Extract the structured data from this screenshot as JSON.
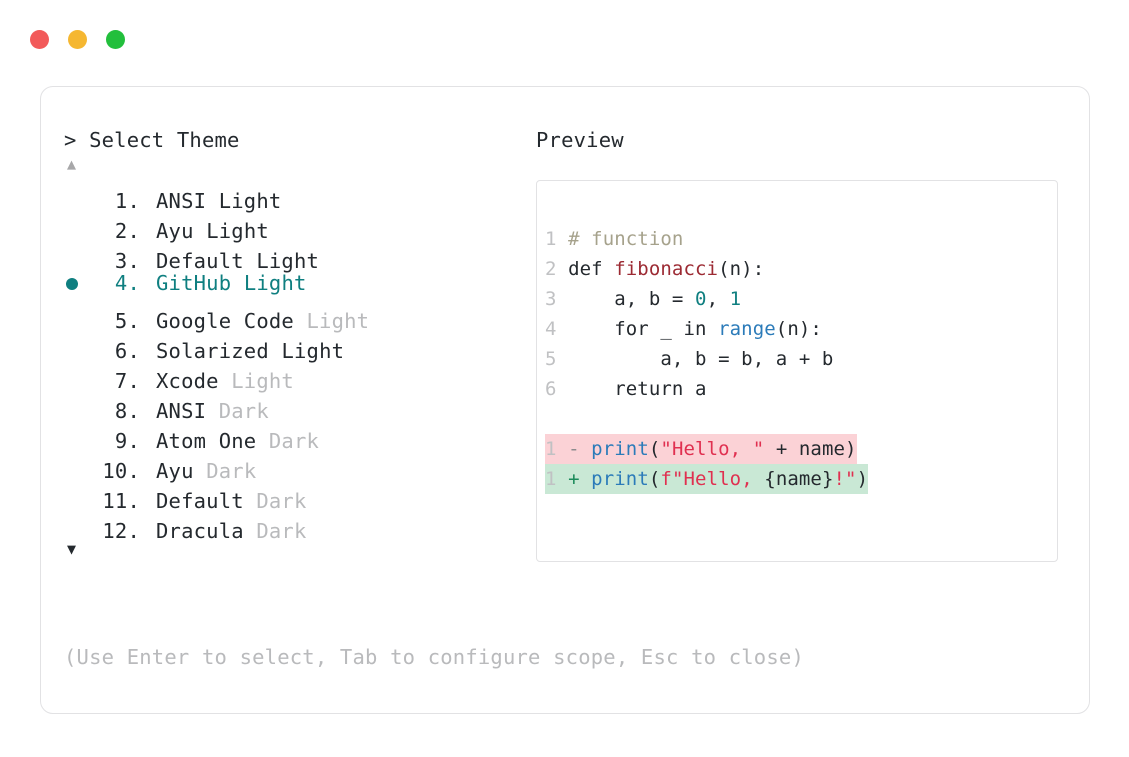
{
  "window": {
    "dots": [
      {
        "name": "close-dot",
        "color": "#f25a5a"
      },
      {
        "name": "minimize-dot",
        "color": "#f5b731"
      },
      {
        "name": "maximize-dot",
        "color": "#22bf3c"
      }
    ]
  },
  "picker": {
    "prompt": "> Select Theme",
    "scroll_up_icon": "▲",
    "scroll_down_icon": "▼",
    "hint": "(Use Enter to select, Tab to configure scope, Esc to close)",
    "selected_index": 4,
    "items": [
      {
        "index": "1.",
        "name": "ANSI",
        "variant": "Light",
        "variant_muted": false,
        "selected": false
      },
      {
        "index": "2.",
        "name": "Ayu",
        "variant": "Light",
        "variant_muted": false,
        "selected": false
      },
      {
        "index": "3.",
        "name": "Default",
        "variant": "Light",
        "variant_muted": false,
        "selected": false
      },
      {
        "index": "4.",
        "name": "GitHub",
        "variant": "Light",
        "variant_muted": false,
        "selected": true
      },
      {
        "index": "5.",
        "name": "Google Code",
        "variant": "Light",
        "variant_muted": true,
        "selected": false
      },
      {
        "index": "6.",
        "name": "Solarized",
        "variant": "Light",
        "variant_muted": false,
        "selected": false
      },
      {
        "index": "7.",
        "name": "Xcode",
        "variant": "Light",
        "variant_muted": true,
        "selected": false
      },
      {
        "index": "8.",
        "name": "ANSI",
        "variant": "Dark",
        "variant_muted": true,
        "selected": false
      },
      {
        "index": "9.",
        "name": "Atom One",
        "variant": "Dark",
        "variant_muted": true,
        "selected": false
      },
      {
        "index": "10.",
        "name": "Ayu",
        "variant": "Dark",
        "variant_muted": true,
        "selected": false
      },
      {
        "index": "11.",
        "name": "Default",
        "variant": "Dark",
        "variant_muted": true,
        "selected": false
      },
      {
        "index": "12.",
        "name": "Dracula",
        "variant": "Dark",
        "variant_muted": true,
        "selected": false
      }
    ]
  },
  "preview": {
    "label": "Preview",
    "code_lines": [
      {
        "num": "1",
        "tokens": [
          {
            "t": "# function",
            "c": "tok-comment"
          }
        ]
      },
      {
        "num": "2",
        "tokens": [
          {
            "t": "def ",
            "c": "tok-kw"
          },
          {
            "t": "fibonacci",
            "c": "tok-fn"
          },
          {
            "t": "(n):",
            "c": "tok-plain"
          }
        ]
      },
      {
        "num": "3",
        "tokens": [
          {
            "t": "    a, b = ",
            "c": "tok-plain"
          },
          {
            "t": "0",
            "c": "tok-num"
          },
          {
            "t": ", ",
            "c": "tok-plain"
          },
          {
            "t": "1",
            "c": "tok-num"
          }
        ]
      },
      {
        "num": "4",
        "tokens": [
          {
            "t": "    for _ in ",
            "c": "tok-plain"
          },
          {
            "t": "range",
            "c": "tok-builtin"
          },
          {
            "t": "(n):",
            "c": "tok-plain"
          }
        ]
      },
      {
        "num": "5",
        "tokens": [
          {
            "t": "        a, b = b, a + b",
            "c": "tok-plain"
          }
        ]
      },
      {
        "num": "6",
        "tokens": [
          {
            "t": "    return a",
            "c": "tok-plain"
          }
        ]
      }
    ],
    "diff_lines": [
      {
        "num": "1",
        "kind": "del",
        "sign": "-",
        "tokens": [
          {
            "t": "print",
            "c": "tok-call"
          },
          {
            "t": "(",
            "c": "tok-plain"
          },
          {
            "t": "\"Hello, \"",
            "c": "tok-str"
          },
          {
            "t": " + name)",
            "c": "tok-plain"
          }
        ]
      },
      {
        "num": "1",
        "kind": "add",
        "sign": "+",
        "tokens": [
          {
            "t": "print",
            "c": "tok-call"
          },
          {
            "t": "(",
            "c": "tok-plain"
          },
          {
            "t": "f\"Hello, ",
            "c": "tok-str"
          },
          {
            "t": "{name}",
            "c": "tok-plain"
          },
          {
            "t": "!\"",
            "c": "tok-str"
          },
          {
            "t": ")",
            "c": "tok-plain"
          }
        ]
      }
    ]
  },
  "colors": {
    "accent_teal": "#0f7f80",
    "muted_text": "#b9babc",
    "border": "#e2e2e4",
    "diff_del_bg": "#fbd2d6",
    "diff_add_bg": "#c9e8d5"
  }
}
